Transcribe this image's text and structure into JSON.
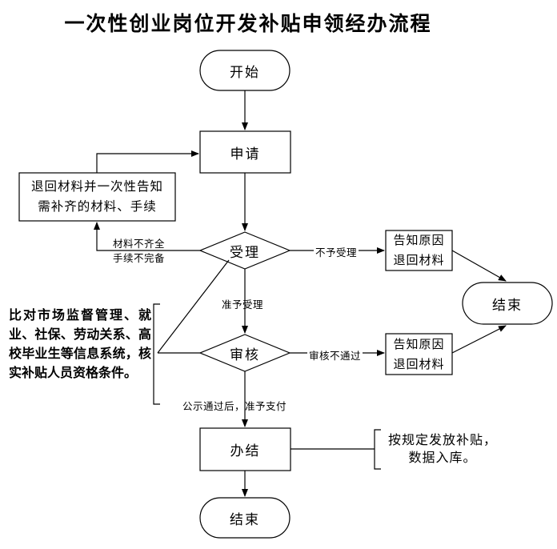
{
  "title": "一次性创业岗位开发补贴申领经办流程",
  "nodes": {
    "start": "开始",
    "apply": "申请",
    "accept": "受理",
    "review": "审核",
    "complete": "办结",
    "end_main": "结束",
    "end_side": "结束",
    "return_box_line1": "退回材料并一次性告知",
    "return_box_line2": "需补齐的材料、手续",
    "notify1_line1": "告知原因",
    "notify1_line2": "退回材料",
    "notify2_line1": "告知原因",
    "notify2_line2": "退回材料"
  },
  "edge_labels": {
    "incomplete_line1": "材料不齐全",
    "incomplete_line2": "手续不完备",
    "not_accepted": "不予受理",
    "accepted": "准予受理",
    "review_failed": "审核不通过",
    "publicized": "公示通过后，准予支付"
  },
  "notes": {
    "verification": "比对市场监督管理、就业、社保、劳动关系、高校毕业生等信息系统，核实补贴人员资格条件。",
    "payment_line1": "按规定发放补贴，",
    "payment_line2": "数据入库。"
  }
}
